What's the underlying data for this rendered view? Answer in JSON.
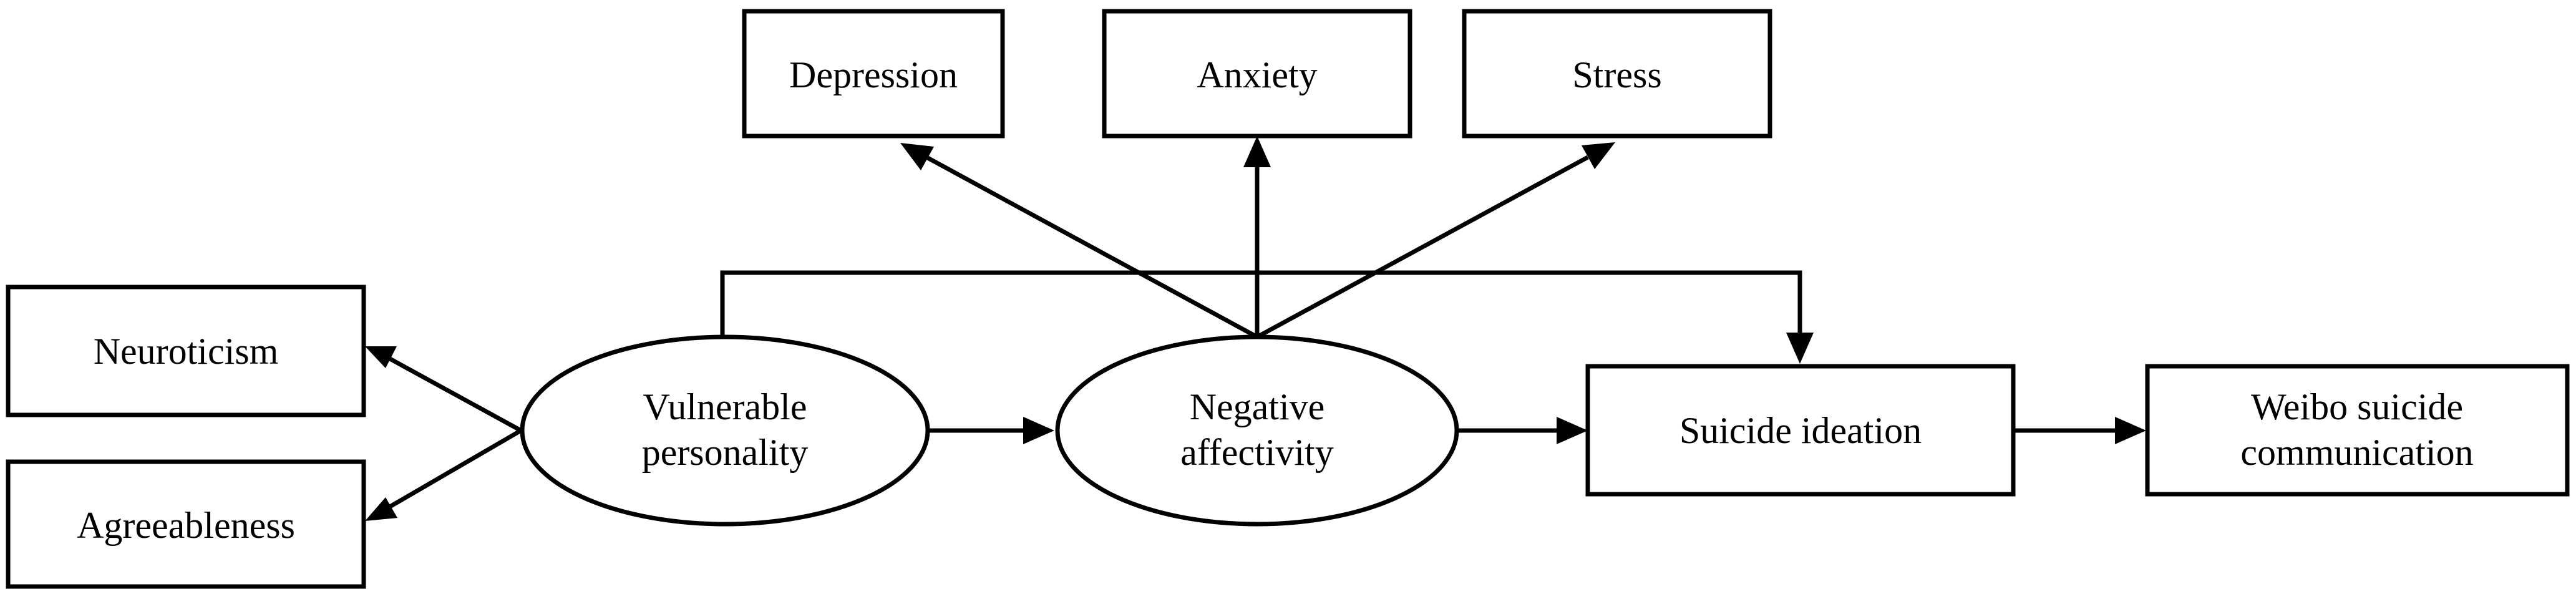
{
  "nodes": {
    "depression": {
      "label": "Depression",
      "shape": "box"
    },
    "anxiety": {
      "label": "Anxiety",
      "shape": "box"
    },
    "stress": {
      "label": "Stress",
      "shape": "box"
    },
    "neuroticism": {
      "label": "Neuroticism",
      "shape": "box"
    },
    "agreeableness": {
      "label": "Agreeableness",
      "shape": "box"
    },
    "vulnerable_personality": {
      "line1": "Vulnerable",
      "line2": "personality",
      "shape": "ellipse"
    },
    "negative_affectivity": {
      "line1": "Negative",
      "line2": "affectivity",
      "shape": "ellipse"
    },
    "suicide_ideation": {
      "label": "Suicide ideation",
      "shape": "box"
    },
    "weibo_suicide_communication": {
      "line1": "Weibo suicide",
      "line2": "communication",
      "shape": "box"
    }
  },
  "edges": [
    {
      "from": "vulnerable_personality",
      "to": "neuroticism"
    },
    {
      "from": "vulnerable_personality",
      "to": "agreeableness"
    },
    {
      "from": "vulnerable_personality",
      "to": "negative_affectivity"
    },
    {
      "from": "vulnerable_personality",
      "to": "suicide_ideation"
    },
    {
      "from": "negative_affectivity",
      "to": "depression"
    },
    {
      "from": "negative_affectivity",
      "to": "anxiety"
    },
    {
      "from": "negative_affectivity",
      "to": "stress"
    },
    {
      "from": "negative_affectivity",
      "to": "suicide_ideation"
    },
    {
      "from": "suicide_ideation",
      "to": "weibo_suicide_communication"
    }
  ],
  "colors": {
    "stroke": "#000000",
    "fill": "#ffffff",
    "text": "#000000"
  }
}
